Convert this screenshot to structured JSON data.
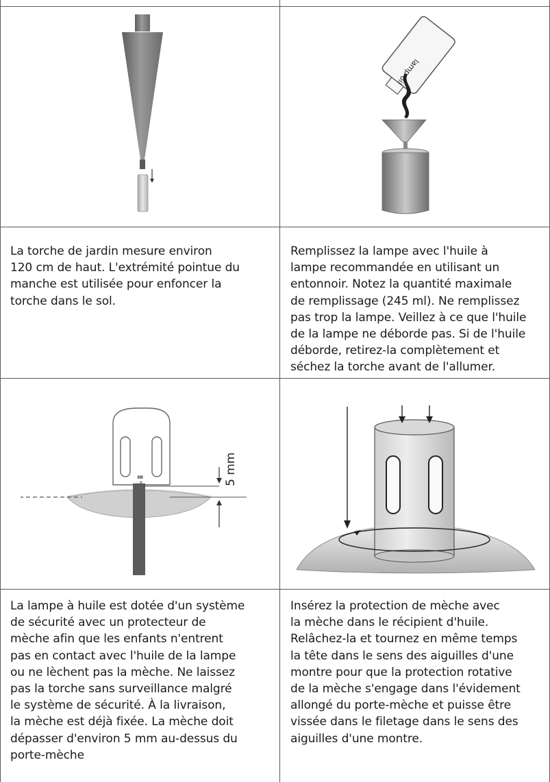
{
  "cells": {
    "c1": {
      "text": "La torche de jardin mesure environ\n120 cm de haut. L'extrémité pointue du\nmanche est utilisée pour enfoncer la\ntorche dans le sol."
    },
    "c2": {
      "text": "Remplissez la lampe avec l'huile à\nlampe recommandée en utilisant un\nentonnoir. Notez la quantité maximale\nde remplissage (245 ml). Ne remplissez\npas trop la lampe. Veillez à ce que l'huile\nde la lampe ne déborde pas. Si de l'huile\ndéborde, retirez-la complètement et\nséchez la torche avant de l'allumer."
    },
    "c3": {
      "text": "La lampe à huile est dotée d'un système\nde sécurité avec un protecteur de\nmèche afin que les enfants n'entrent\npas en contact avec l'huile de la lampe\nou ne lèchent pas la mèche. Ne laissez\npas la torche sans surveillance malgré\nle système de sécurité. À la livraison,\nla mèche est déjà fixée. La mèche doit\ndépasser d'environ 5 mm au-dessus du\nporte-mèche"
    },
    "c4": {
      "text": "Insérez la protection de mèche avec\nla mèche dans le récipient d'huile.\nRelâchez-la et tournez en même temps\nla tête dans le sens des aiguilles d'une\nmontre pour que la protection rotative\nde la mèche s'engage dans l'évidement\nallongé du porte-mèche et puisse être\nvissée dans le filetage dans le sens des\naiguilles d'une montre."
    }
  },
  "figures": {
    "bottle_label": "lamp oil",
    "measure_label": "5 mm"
  }
}
